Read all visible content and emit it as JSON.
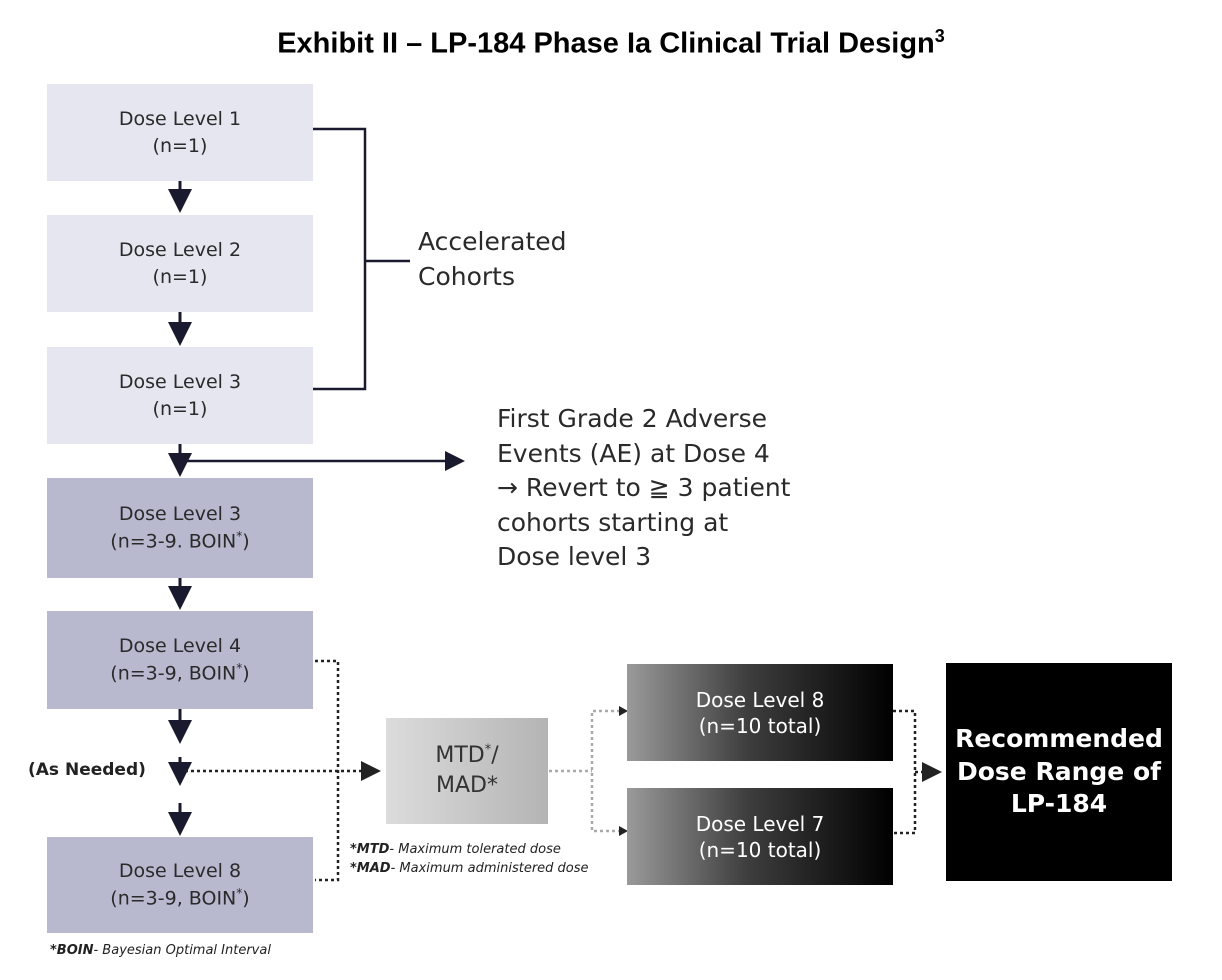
{
  "title": {
    "text": "Exhibit II – LP-184 Phase Ia Clinical Trial Design",
    "superscript": "3"
  },
  "dose_boxes": [
    {
      "line1": "Dose Level 1",
      "line2": "(n=1)",
      "sup": "",
      "line2_suffix": ""
    },
    {
      "line1": "Dose Level 2",
      "line2": "(n=1)",
      "sup": "",
      "line2_suffix": ""
    },
    {
      "line1": "Dose Level 3",
      "line2": "(n=1)",
      "sup": "",
      "line2_suffix": ""
    },
    {
      "line1": "Dose Level 3",
      "line2": "(n=3-9. BOIN",
      "sup": "*",
      "line2_suffix": ")"
    },
    {
      "line1": "Dose Level 4",
      "line2": "(n=3-9, BOIN",
      "sup": "*",
      "line2_suffix": ")"
    },
    {
      "line1": "Dose Level 8",
      "line2": "(n=3-9, BOIN",
      "sup": "*",
      "line2_suffix": ")"
    }
  ],
  "accelerated_label": [
    "Accelerated",
    "Cohorts"
  ],
  "adverse_note": [
    "First Grade 2 Adverse",
    "Events (AE) at Dose 4",
    "→ Revert to ≧ 3 patient",
    "cohorts starting at",
    "Dose level 3"
  ],
  "as_needed": "(As Needed)",
  "mtd_box": {
    "line1": "MTD",
    "sup1": "*",
    "line1_suffix": "/",
    "line2": "MAD*"
  },
  "footnotes": {
    "mtd": {
      "abbr": "*MTD",
      "text": "- Maximum tolerated dose"
    },
    "mad": {
      "abbr": "*MAD",
      "text": "- Maximum administered dose"
    },
    "boin": {
      "abbr": "*BOIN",
      "text": "- Bayesian Optimal Interval"
    }
  },
  "dose8_total": {
    "line1": "Dose Level 8",
    "line2": "(n=10 total)"
  },
  "dose7_total": {
    "line1": "Dose Level 7",
    "line2": "(n=10 total)"
  },
  "recommended": [
    "Recommended",
    "Dose Range of",
    "LP-184"
  ],
  "colors": {
    "light_box": "#e6e6f1",
    "mid_box": "#b8b9cf",
    "arrow": "#1a1a2e",
    "final_box": "#000000"
  }
}
